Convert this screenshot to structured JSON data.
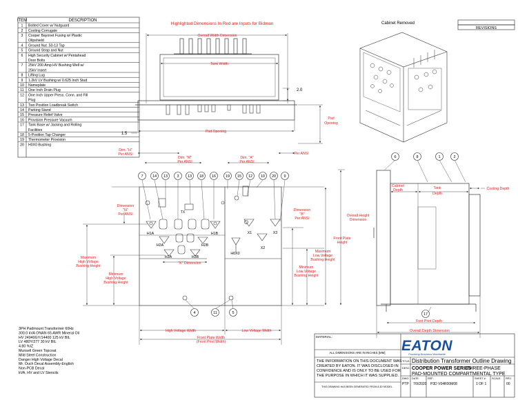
{
  "header": {
    "highlight_note": "Highlighted Dimensions In Red are Inputs for Bidman",
    "cabinet_removed": "Cabinet Removed",
    "revisions": "REVISIONS"
  },
  "bom": {
    "col_item": "ITEM",
    "col_desc": "DESCRIPTION",
    "rows": [
      {
        "item": "1",
        "desc": [
          "Bolted Cover w/ Nutguard"
        ]
      },
      {
        "item": "2",
        "desc": [
          "Cooling Corrugate"
        ]
      },
      {
        "item": "3",
        "desc": [
          "Cooper Bayonet Fusing w/ Plastic",
          "Oilpshield"
        ]
      },
      {
        "item": "4",
        "desc": [
          "Ground Nut .50-13 Tap"
        ]
      },
      {
        "item": "5",
        "desc": [
          "Ground Strap and Nut"
        ]
      },
      {
        "item": "6",
        "desc": [
          "High Security Cabinet w/ Pentahead",
          "Door Bolts"
        ]
      },
      {
        "item": "7",
        "desc": [
          "25kV 200 Amp HV Bushing Well w/",
          "25kV Insert"
        ]
      },
      {
        "item": "8",
        "desc": [
          "Lifting Lug"
        ]
      },
      {
        "item": "9",
        "desc": [
          "1.2kV LV Bushing w/ 0.625 Inch Stud"
        ]
      },
      {
        "item": "10",
        "desc": [
          "Nameplate"
        ]
      },
      {
        "item": "11",
        "desc": [
          "One Inch Drain Plug"
        ]
      },
      {
        "item": "12",
        "desc": [
          "One Inch Upper Press. Conn. and Fill",
          "Plug"
        ]
      },
      {
        "item": "13",
        "desc": [
          "Two Position Loadbreak Switch"
        ]
      },
      {
        "item": "14",
        "desc": [
          "Parking Stand"
        ]
      },
      {
        "item": "15",
        "desc": [
          "Pressure Relief Valve"
        ]
      },
      {
        "item": "16",
        "desc": [
          "Provision Pressure Vacuum"
        ]
      },
      {
        "item": "17",
        "desc": [
          "Tank Base w/ Jacking and Rolling",
          "Facilities"
        ]
      },
      {
        "item": "18",
        "desc": [
          "5-Position Tap Changer"
        ]
      },
      {
        "item": "19",
        "desc": [
          "Thermometer Provision"
        ]
      },
      {
        "item": "20",
        "desc": [
          "H0X0 Bushing"
        ]
      }
    ]
  },
  "top_view": {
    "overall_width": "Overall Width Dimension",
    "tank_width": "Tank Width",
    "pad_opening": "Pad Opening",
    "pad_opening_side": [
      "Pad",
      "Opening"
    ],
    "dim_20": "2.0",
    "dim_15": "1.5",
    "dim_h": [
      "Dim. \"H\"",
      "Per ANSI"
    ],
    "dim_m": [
      "Dim. \"M\"",
      "Per ANSI"
    ],
    "dim_a": [
      "Dim. \"A\"",
      "Per ANSI"
    ],
    "per_ansi": "Per ANSI"
  },
  "front_view": {
    "balloons": [
      "7",
      "14",
      "13",
      "3",
      "13",
      "18",
      "16",
      "19",
      "15",
      "12",
      "10",
      "20",
      "9"
    ],
    "bottom_balloons": [
      "4",
      "11",
      "5"
    ],
    "terminals": [
      "H1A",
      "H2A",
      "H3A",
      "H1B",
      "H2B",
      "H3B",
      "H0X0",
      "X1",
      "X2",
      "X3"
    ],
    "tx_label": "TX",
    "dim_n": [
      "Dimension",
      "\"N\"",
      "Per ANSI"
    ],
    "dim_b": [
      "Dimension",
      "\"B\"",
      "Per ANSI"
    ],
    "dim_k": "\"K\" Dimension",
    "max_hv": [
      "Maximum",
      "High Voltage",
      "Bushing Height"
    ],
    "min_hv": [
      "Minimum",
      "High Voltage",
      "Bushing Height"
    ],
    "max_lv": [
      "Maximum",
      "Low Voltage",
      "Bushing Height"
    ],
    "min_lv": [
      "Minimum",
      "Low Voltage",
      "Bushing Height"
    ],
    "front_plate_height": [
      "Front Plate",
      "Height"
    ],
    "overall_height": [
      "Overall Height",
      "Dimension"
    ],
    "hv_width": "High Voltage Width",
    "lv_width": "Low Voltage Width",
    "front_plate_width": [
      "Front Plate Width",
      "(Front Print Width)"
    ]
  },
  "side_view": {
    "balloons": [
      "6",
      "8",
      "1",
      "2"
    ],
    "bottom_balloon": "17",
    "cabinet_depth": [
      "Cabinet",
      "Depth"
    ],
    "tank_depth": [
      "Tank",
      "Depth"
    ],
    "cooling_depth": "Cooling Depth",
    "foot_print_depth": "Foot Print Depth",
    "overall_depth": "Overall Depth Dimension"
  },
  "specs": [
    "3PH Padmount Transformer 60Hz",
    "300.0 kVA ONAN 65 AWR Mineral Oil",
    "HV 24940GY/14400 125 kV BIL",
    "LV 480Y/277  30 kV BIL",
    "4.80 %IZ",
    "Munsell Green Topcoat",
    "Mild Steel Construction",
    "Danger High Voltage Decal",
    "Mr. Ouch Decal Assembly-English",
    "Non-PCB Decal",
    "kVA, HV and LV Stencils"
  ],
  "title_block": {
    "material_label": "MATERIAL:",
    "units_note": "ALL DIMENSIONS ARE IN INCHES [MM]",
    "confidential": [
      "THE INFORMATION ON THIS DOCUMENT WAS",
      "CREATED BY EATON.  IT WAS DISCLOSED IN",
      "CONFIDENCE AND IS ONLY TO BE USED FOR",
      "THE PURPOSE IN WHICH IT WAS SUPPLIED."
    ],
    "generated_note": "THIS DRAWING HAS BEEN GENERATED FROM A 3D MODEL.",
    "logo_text": "EATON",
    "logo_tagline": "Powering Business Worldwide",
    "title_label": "TITLE:",
    "title": "Distribution Transformer Outline Drawing",
    "desc_label": "DESC:",
    "desc_bold": "COOPER POWER SERIES",
    "desc_rest": "THREE-PHASE",
    "desc_line2": "PAD-MOUNTED COMPARTMENTAL TYPE",
    "dwg_label": "DWG:",
    "dwg_value": "PTP",
    "date_label": "DATE:",
    "date_value": "7/9/2020",
    "ref_label": "REF:",
    "ref_value": "P3D V04R00M08",
    "sheet_label": "SHEET #:",
    "sheet_value": "1 OF 1",
    "scale_label": "SCALE:",
    "scale_value": "",
    "rev_label": "REV:",
    "rev_value": "00"
  },
  "colors": {
    "dimension_red": "#e8201e",
    "line": "#222222",
    "eaton_blue": "#1b4fa0"
  }
}
